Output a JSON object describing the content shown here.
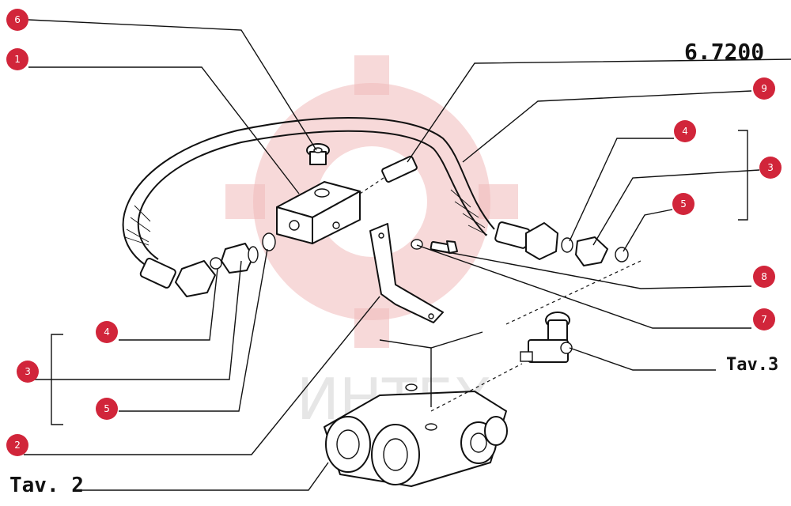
{
  "reference_labels": {
    "main_ref": "6.7200",
    "table_2": "Tav. 2",
    "table_3": "Tav.3"
  },
  "watermark": {
    "text": "ИНТЕХ"
  },
  "callouts": [
    {
      "id": "callout-6",
      "number": "6"
    },
    {
      "id": "callout-1",
      "number": "1"
    },
    {
      "id": "callout-9",
      "number": "9"
    },
    {
      "id": "callout-4-right",
      "number": "4"
    },
    {
      "id": "callout-3-right",
      "number": "3"
    },
    {
      "id": "callout-5-right",
      "number": "5"
    },
    {
      "id": "callout-8",
      "number": "8"
    },
    {
      "id": "callout-7",
      "number": "7"
    },
    {
      "id": "callout-4-left",
      "number": "4"
    },
    {
      "id": "callout-3-left",
      "number": "3"
    },
    {
      "id": "callout-5-left",
      "number": "5"
    },
    {
      "id": "callout-2",
      "number": "2"
    }
  ],
  "colors": {
    "badge": "#d1253a",
    "line": "#111111",
    "watermark": "#f1b9b9"
  }
}
